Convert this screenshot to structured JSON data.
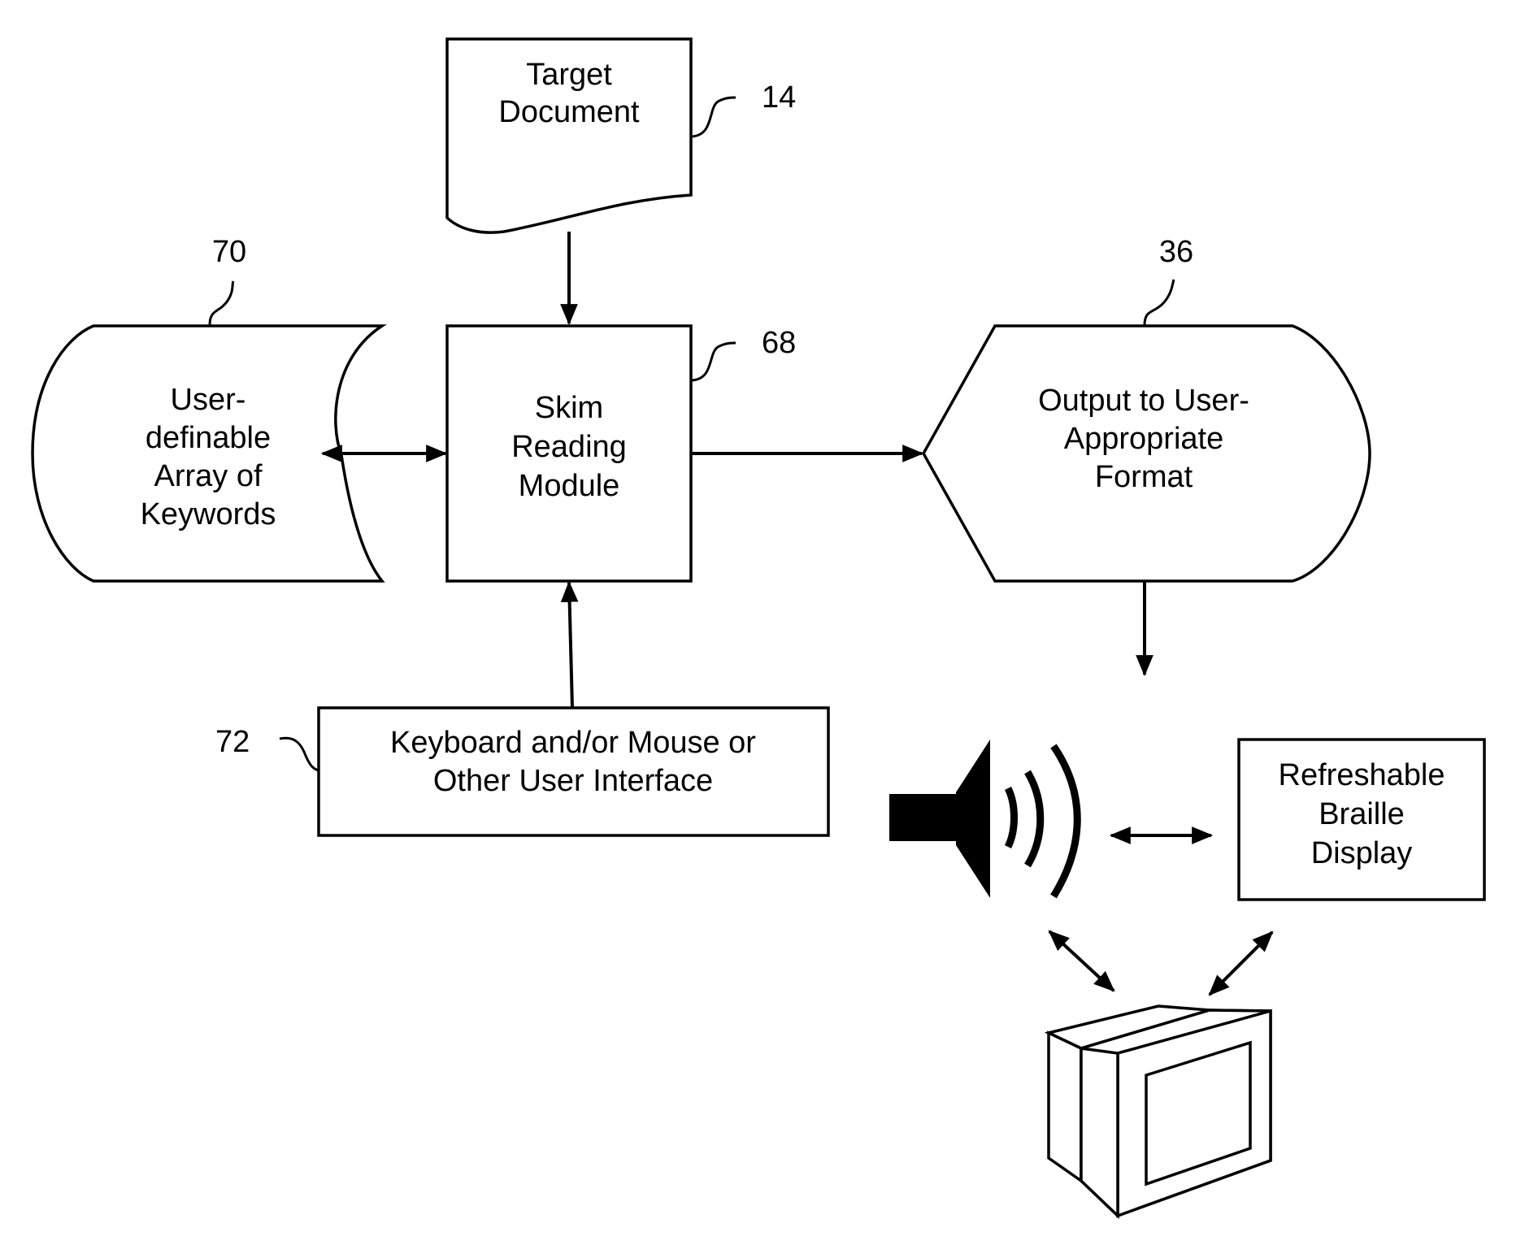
{
  "nodes": {
    "target_document": {
      "lines": [
        "Target",
        "Document"
      ],
      "ref": "14"
    },
    "keywords": {
      "lines": [
        "User-",
        "definable",
        "Array of",
        "Keywords"
      ],
      "ref": "70"
    },
    "skim_module": {
      "lines": [
        "Skim",
        "Reading",
        "Module"
      ],
      "ref": "68"
    },
    "output": {
      "lines": [
        "Output to User-",
        "Appropriate",
        "Format"
      ],
      "ref": "36"
    },
    "input_device": {
      "lines": [
        "Keyboard and/or Mouse or",
        "Other User Interface"
      ],
      "ref": "72"
    },
    "braille": {
      "lines": [
        "Refreshable",
        "Braille",
        "Display"
      ]
    }
  },
  "devices": {
    "speaker": {
      "icon": "speaker-icon"
    },
    "monitor": {
      "icon": "monitor-icon"
    }
  }
}
